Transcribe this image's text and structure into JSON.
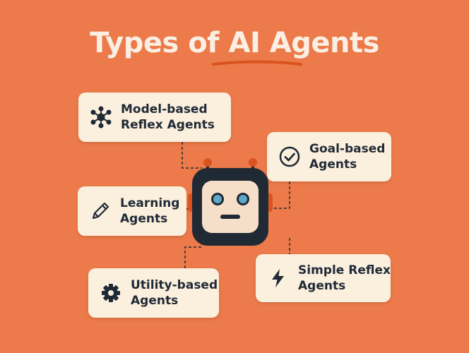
{
  "title": "Types of AI Agents",
  "colors": {
    "background": "#ec7a4a",
    "card": "#fbefde",
    "text": "#1f2a35",
    "accent": "#d9541e",
    "robot_body": "#1f2a35",
    "robot_face": "#f6dfc9",
    "robot_eyes": "#5ea8c8"
  },
  "agents": [
    {
      "line1": "Model-based",
      "line2": "Reflex Agents",
      "icon": "network-icon"
    },
    {
      "line1": "Goal-based",
      "line2": "Agents",
      "icon": "check-circle-icon"
    },
    {
      "line1": "Learning",
      "line2": "Agents",
      "icon": "pencil-icon"
    },
    {
      "line1": "Simple Reflex",
      "line2": "Agents",
      "icon": "lightning-icon"
    },
    {
      "line1": "Utility-based",
      "line2": "Agents",
      "icon": "gear-icon"
    }
  ],
  "center_icon": "robot-icon"
}
